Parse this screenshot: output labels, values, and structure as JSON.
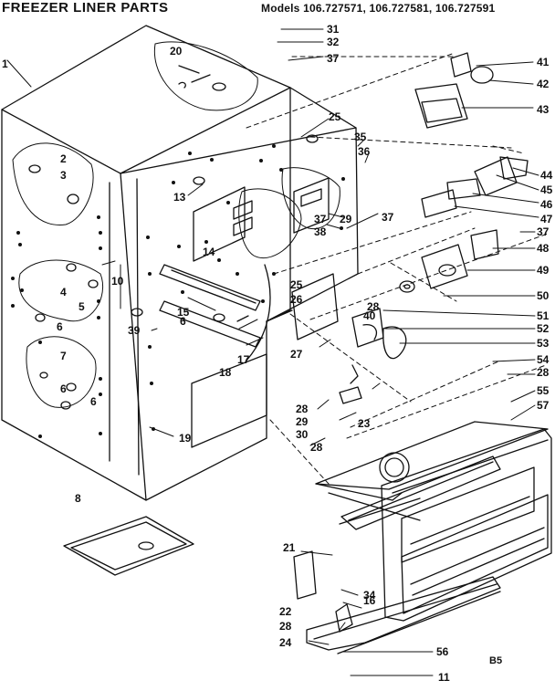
{
  "title": "FREEZER LINER PARTS",
  "models": "Models 106.727571, 106.727581, 106.727591",
  "diagram_code": "B5",
  "callouts": [
    "1",
    "2",
    "3",
    "4",
    "5",
    "6",
    "6",
    "6",
    "6",
    "7",
    "8",
    "10",
    "11",
    "13",
    "14",
    "15",
    "16",
    "17",
    "18",
    "19",
    "20",
    "21",
    "22",
    "23",
    "24",
    "25",
    "25",
    "26",
    "27",
    "28",
    "28",
    "28",
    "28",
    "28",
    "29",
    "29",
    "30",
    "31",
    "32",
    "34",
    "35",
    "36",
    "37",
    "37",
    "37",
    "37",
    "38",
    "39",
    "40",
    "41",
    "42",
    "43",
    "44",
    "45",
    "46",
    "47",
    "48",
    "49",
    "50",
    "51",
    "52",
    "53",
    "54",
    "55",
    "56",
    "57"
  ],
  "colors": {
    "ink": "#111111",
    "paper": "#ffffff"
  }
}
